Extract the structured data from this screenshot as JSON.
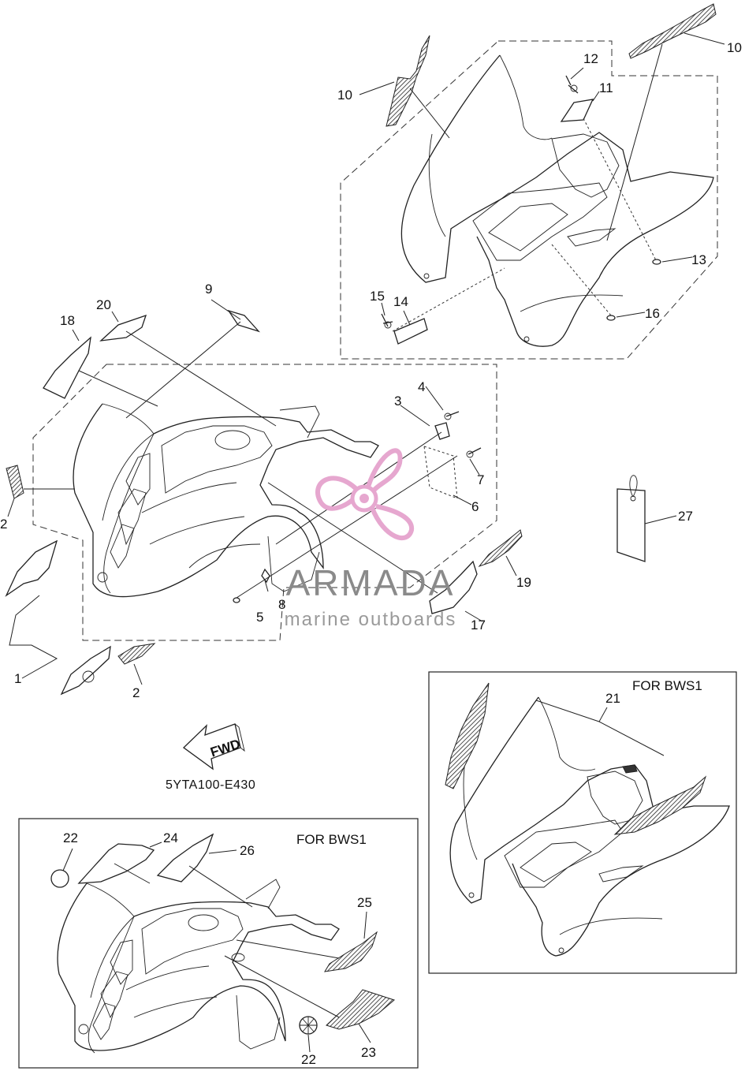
{
  "labels": {
    "n1": "1",
    "n2a": "2",
    "n2b": "2",
    "n3": "3",
    "n4": "4",
    "n5": "5",
    "n6": "6",
    "n7": "7",
    "n8": "8",
    "n9": "9",
    "n10a": "10",
    "n10b": "10",
    "n11": "11",
    "n12": "12",
    "n13": "13",
    "n14": "14",
    "n15": "15",
    "n16": "16",
    "n17": "17",
    "n18": "18",
    "n19": "19",
    "n20": "20",
    "n21": "21",
    "n22a": "22",
    "n22b": "22",
    "n23": "23",
    "n24": "24",
    "n25": "25",
    "n26": "26",
    "n27": "27"
  },
  "fwd_arrow": {
    "text": "FWD"
  },
  "diagram_code": "5YTA100-E430",
  "inset_right": {
    "caption": "FOR BWS1"
  },
  "inset_bottom": {
    "caption": "FOR BWS1"
  },
  "watermark": {
    "title": "ARMADA",
    "subtitle": "marine outboards",
    "colors": {
      "logo": "#e6a7cf",
      "text": "#8a8a8a"
    }
  }
}
